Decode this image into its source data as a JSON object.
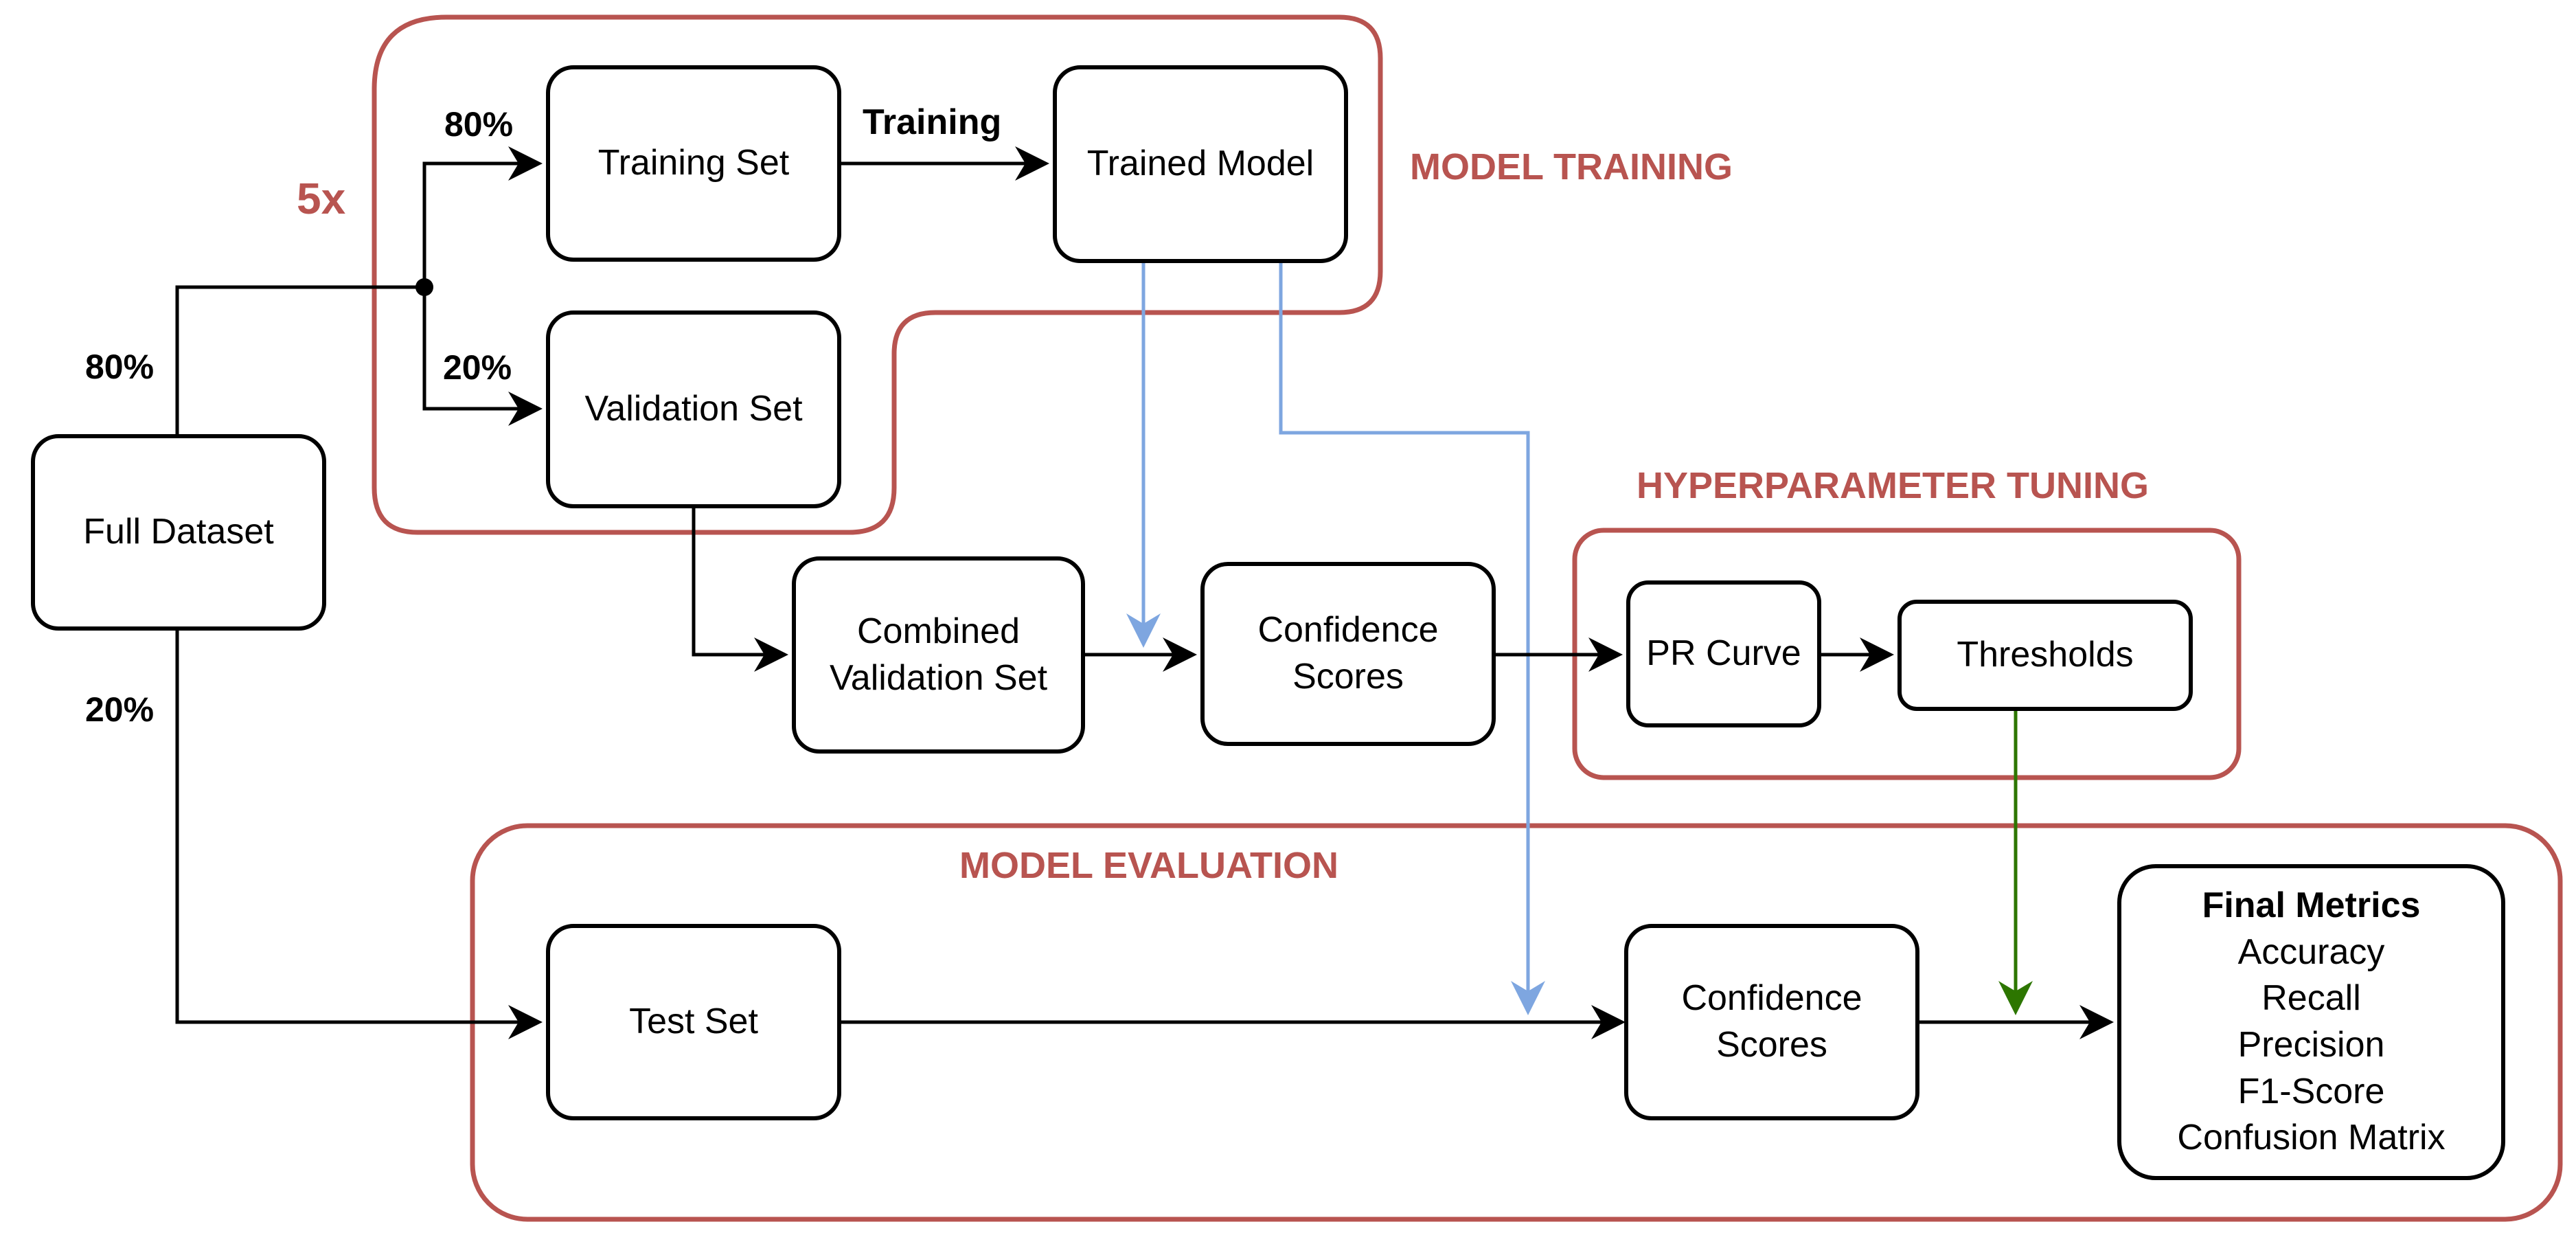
{
  "colors": {
    "group_border": "#b85450",
    "group_label": "#b85450",
    "blue_arrow": "#7ea6e0",
    "green_arrow": "#2d7600",
    "black": "#000000"
  },
  "nodes": {
    "full_dataset": "Full Dataset",
    "training_set": "Training Set",
    "validation_set": "Validation Set",
    "trained_model": "Trained Model",
    "combined_validation_set_line1": "Combined",
    "combined_validation_set_line2": "Validation Set",
    "confidence_scores_tuning_line1": "Confidence",
    "confidence_scores_tuning_line2": "Scores",
    "pr_curve": "PR Curve",
    "thresholds": "Thresholds",
    "test_set": "Test Set",
    "confidence_scores_eval_line1": "Confidence",
    "confidence_scores_eval_line2": "Scores",
    "final_metrics": {
      "title": "Final Metrics",
      "items": [
        "Accuracy",
        "Recall",
        "Precision",
        "F1-Score",
        "Confusion Matrix"
      ]
    }
  },
  "groups": {
    "model_training": "MODEL TRAINING",
    "hyperparameter_tuning": "HYPERPARAMETER TUNING",
    "model_evaluation": "MODEL EVALUATION"
  },
  "repeat_label": "5x",
  "edge_labels": {
    "full_to_trainval": "80%",
    "full_to_test": "20%",
    "to_training_set": "80%",
    "to_validation_set": "20%",
    "training": "Training"
  }
}
